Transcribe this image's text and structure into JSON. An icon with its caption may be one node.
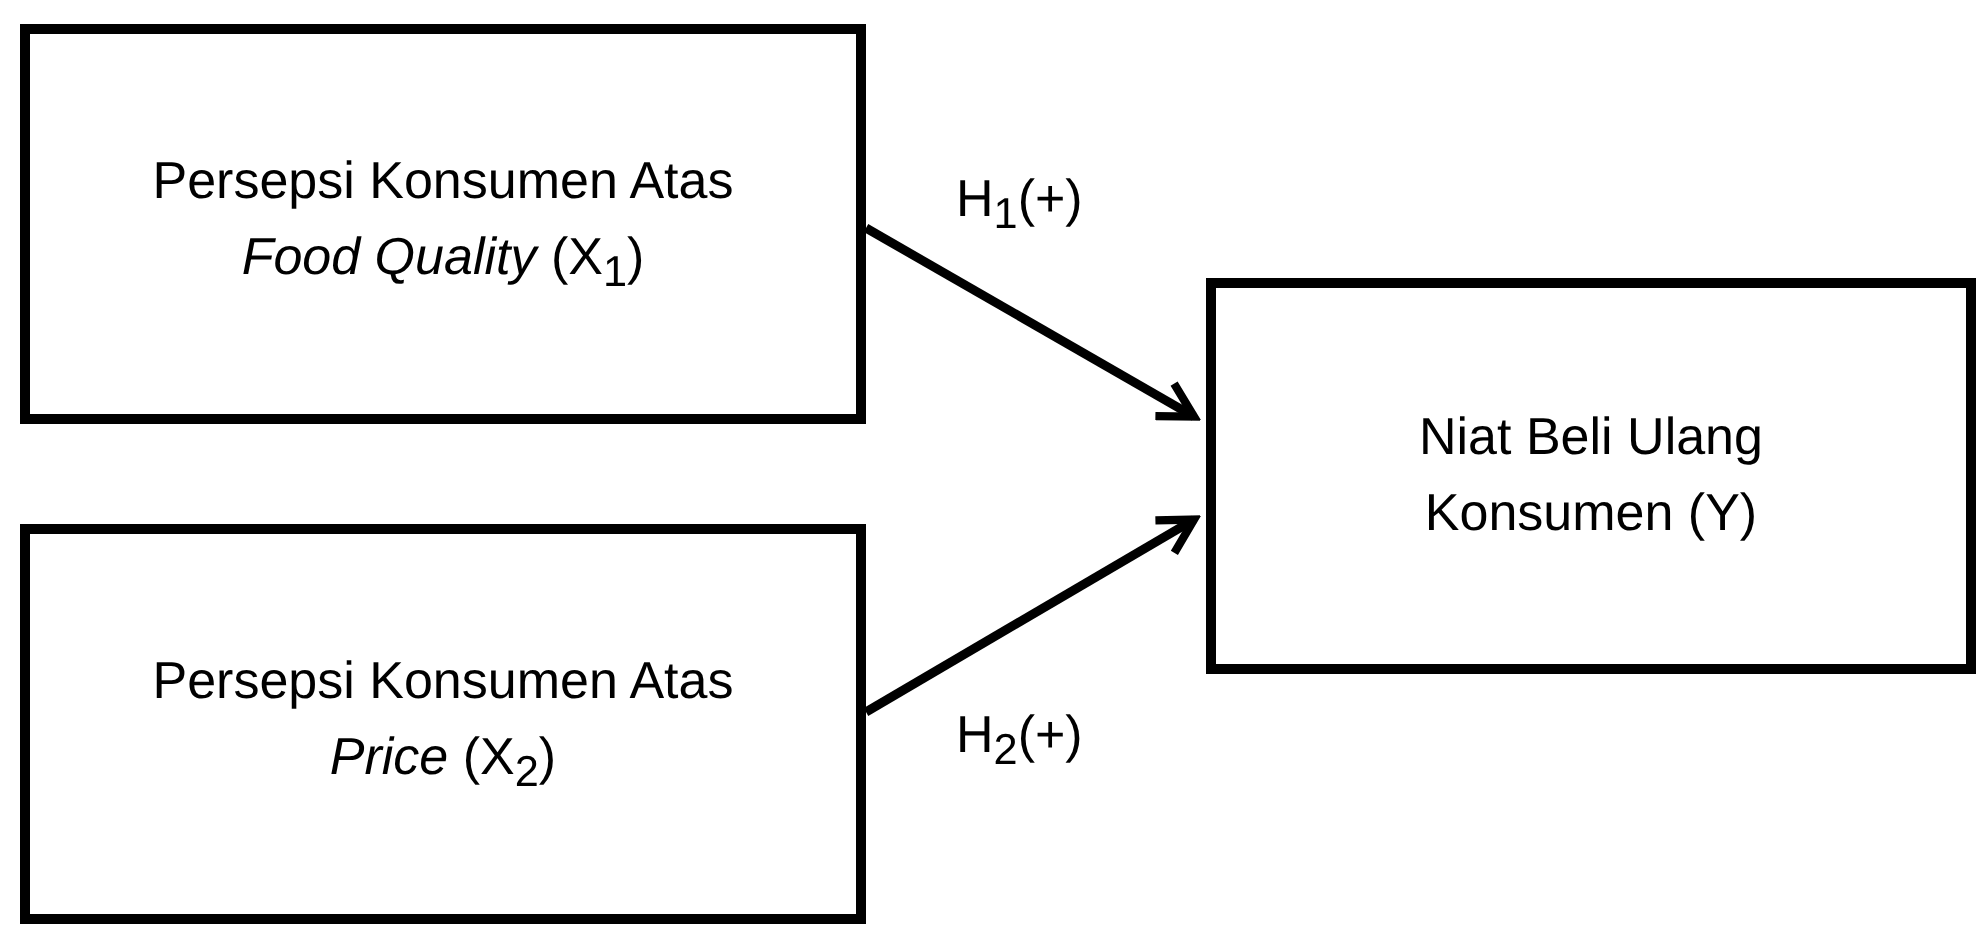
{
  "diagram": {
    "nodes": [
      {
        "text": [
          "Persepsi Konsumen Atas *Food Quality* (X$_{1}$)"
        ]
      },
      {
        "text": [
          "Persepsi Konsumen Atas *Price* (X$_{2}$)"
        ]
      },
      {
        "text": [
          "Niat Beli Ulang Konsumen (Y)"
        ]
      }
    ],
    "edges": [
      {
        "from": 0,
        "to": 2,
        "arrow": "to",
        "label": "H$_{1}$(+)"
      },
      {
        "from": 1,
        "to": 2,
        "arrow": "to",
        "label": "H$_{2}$(+)"
      }
    ]
  }
}
